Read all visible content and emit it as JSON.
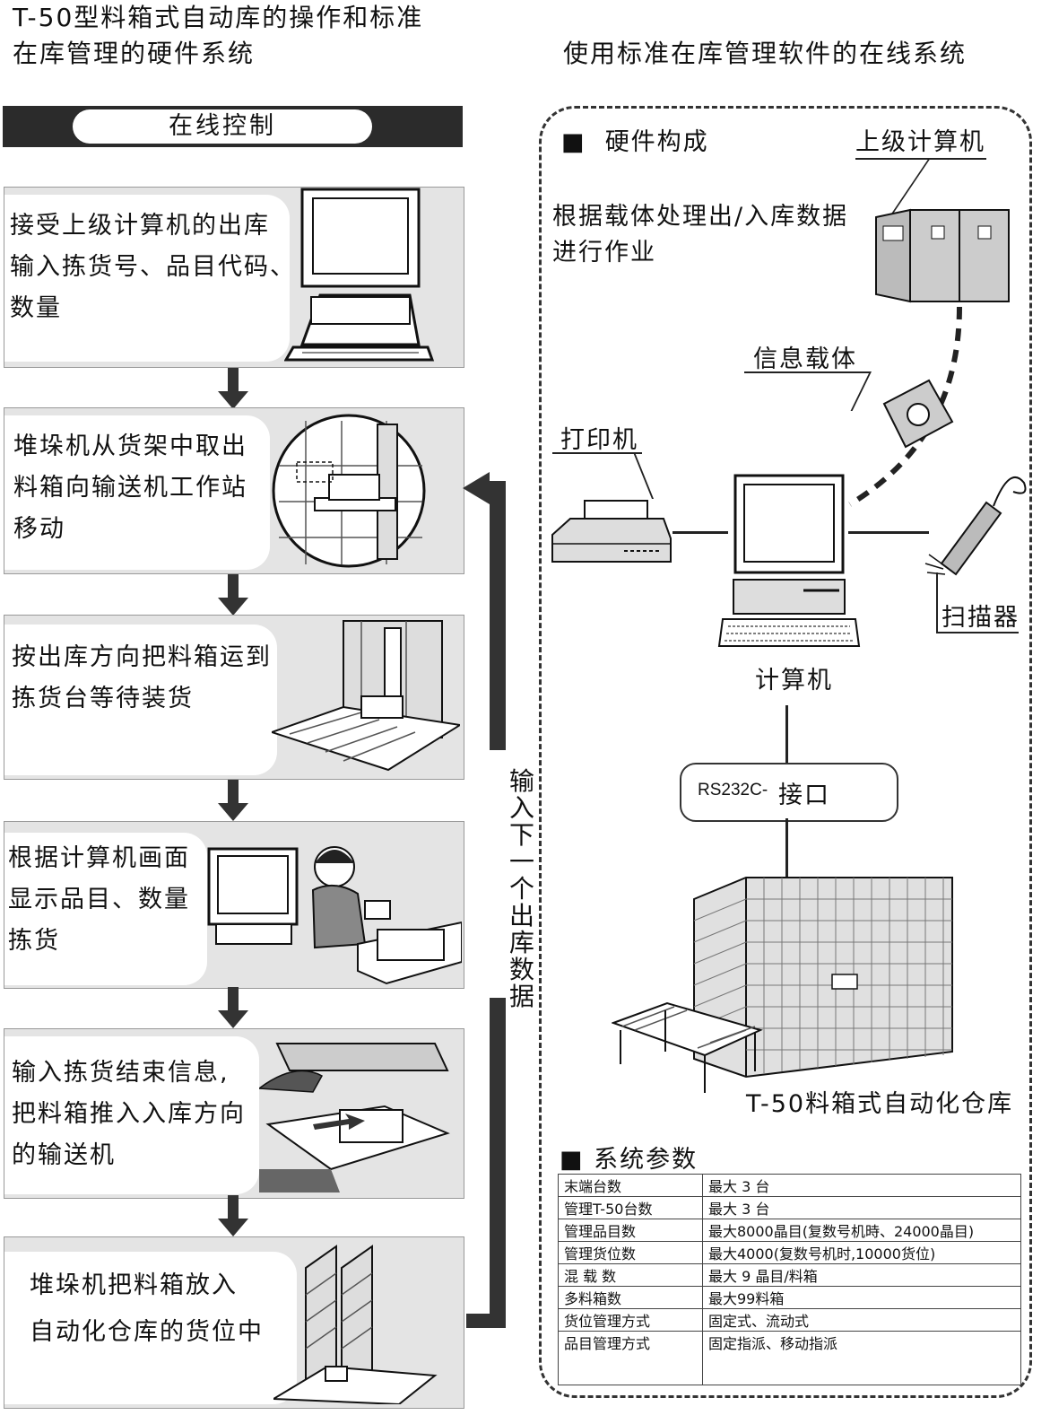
{
  "left_title": {
    "line1": "T-50型料箱式自动库的操作和标准",
    "line2": "在库管理的硬件系统"
  },
  "right_title": "使用标准在库管理软件的在线系统",
  "online_control": {
    "label": "在线控制"
  },
  "steps": [
    {
      "text": "接受上级计算机的出库\n输入拣货号、品目代码、\n数量",
      "icon": "desktop-computer"
    },
    {
      "text": "堆垛机从货架中取出\n料箱向输送机工作站\n移动",
      "icon": "stacker-crane"
    },
    {
      "text": "按出库方向把料箱运到\n拣货台等待装货",
      "icon": "conveyor-station"
    },
    {
      "text": "根据计算机画面\n显示品目、数量\n拣货",
      "icon": "picking-worker"
    },
    {
      "text": "输入拣货结束信息,\n把料箱推入入库方向\n的输送机",
      "icon": "keyboard-push"
    },
    {
      "text": "堆垛机把料箱放入\n自动化仓库的货位中",
      "icon": "warehouse-rack"
    }
  ],
  "loop_label": "输入下一个出库数据",
  "hardware": {
    "heading": "硬件构成",
    "bullet": "■",
    "host_computer": "上级计算机",
    "process_note": "根据载体处理出/入库数据\n进行作业",
    "info_carrier": "信息载体",
    "printer": "打印机",
    "scanner": "扫描器",
    "computer": "计算机",
    "interface_prefix": "RS232C-",
    "interface": "接口",
    "warehouse": "T-50料箱式自动化仓库"
  },
  "params": {
    "heading": "系统参数",
    "bullet": "■",
    "rows": [
      {
        "name": "末端台数",
        "value": "最大 3 台"
      },
      {
        "name": "管理T-50台数",
        "value": "最大 3 台"
      },
      {
        "name": "管理品目数",
        "value": "最大8000晶目(复数号机時、24000晶目)"
      },
      {
        "name": "管理货位数",
        "value": "最大4000(复数号机时,10000货位)"
      },
      {
        "name": "混 载 数",
        "value": "最大 9 晶目/料箱"
      },
      {
        "name": "多料箱数",
        "value": "最大99料箱"
      },
      {
        "name": "货位管理方式",
        "value": "固定式、流动式"
      },
      {
        "name": "品目管理方式",
        "value": "固定指派、移动指派"
      }
    ]
  },
  "colors": {
    "step_bg": "#e4e4e4",
    "bar_dark": "#2b2b2b",
    "arrow": "#333333"
  }
}
